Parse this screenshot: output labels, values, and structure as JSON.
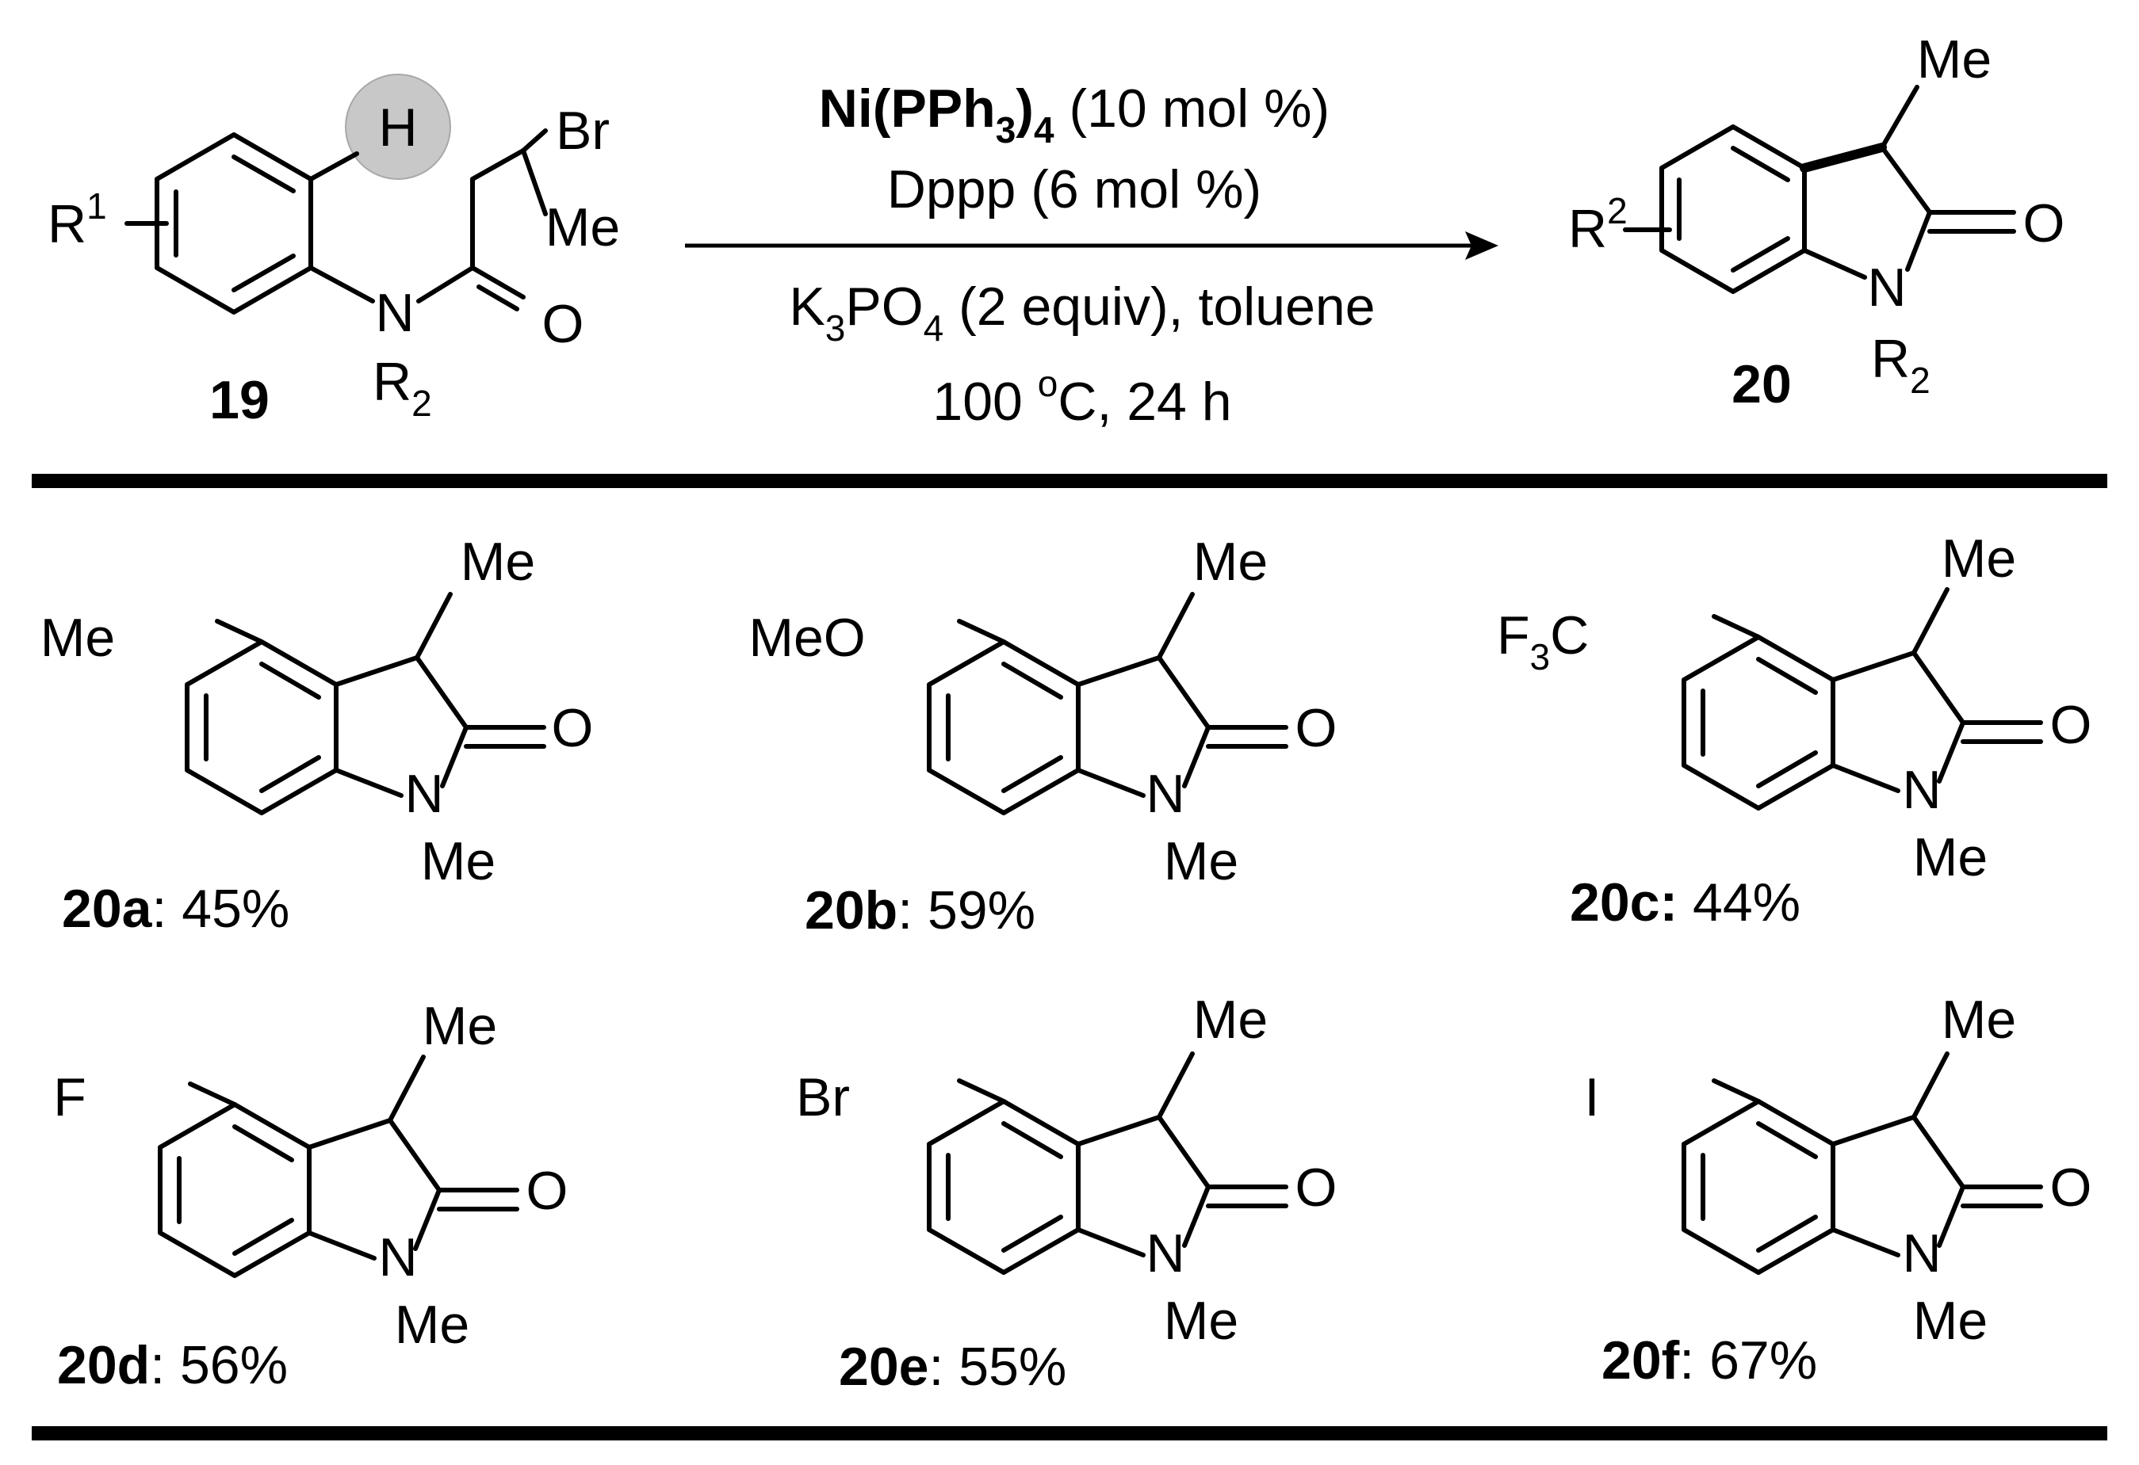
{
  "conditions": {
    "catalyst": "Ni(PPh",
    "catalyst_sub3": "3",
    "catalyst_close": ")",
    "catalyst_sub4": "4",
    "catalyst_loading": " (10 mol %)",
    "ligand": "Dppp (6 mol %)",
    "base_k": "K",
    "base_sub3": "3",
    "base_po": "PO",
    "base_sub4": "4",
    "base_rest": " (2 equiv), toluene",
    "temp_value": "100 ",
    "temp_deg": "o",
    "temp_rest": "C, 24 h"
  },
  "reactant": {
    "id": "19",
    "r1": "R",
    "r1_sup": "1",
    "h": "H",
    "br": "Br",
    "me": "Me",
    "n": "N",
    "o": "O",
    "r2": "R",
    "r2_sub": "2",
    "highlight_color": "#c8c8c8"
  },
  "product": {
    "id": "20",
    "r2": "R",
    "r2_sup": "2",
    "me": "Me",
    "o": "O",
    "n": "N",
    "rn": "R",
    "rn_sub": "2"
  },
  "examples": [
    {
      "id": "20a",
      "yield": ": 45%",
      "substituent": "Me",
      "me3": "Me",
      "o": "O",
      "n": "N",
      "nme": "Me"
    },
    {
      "id": "20b",
      "yield": ": 59%",
      "substituent": "MeO",
      "me3": "Me",
      "o": "O",
      "n": "N",
      "nme": "Me"
    },
    {
      "id": "20c:",
      "yield": " 44%",
      "substituent": "F",
      "substituent_sub": "3",
      "substituent_end": "C",
      "me3": "Me",
      "o": "O",
      "n": "N",
      "nme": "Me"
    },
    {
      "id": "20d",
      "yield": ": 56%",
      "substituent": "F",
      "me3": "Me",
      "o": "O",
      "n": "N",
      "nme": "Me"
    },
    {
      "id": "20e",
      "yield": ": 55%",
      "substituent": "Br",
      "me3": "Me",
      "o": "O",
      "n": "N",
      "nme": "Me"
    },
    {
      "id": "20f",
      "yield": ": 67%",
      "substituent": "I",
      "me3": "Me",
      "o": "O",
      "n": "N",
      "nme": "Me"
    }
  ]
}
